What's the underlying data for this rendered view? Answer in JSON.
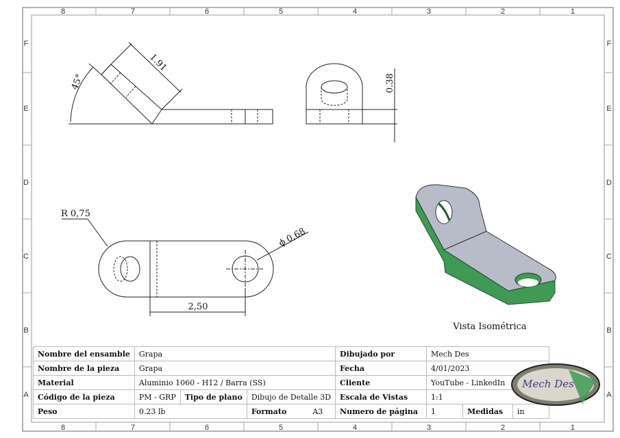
{
  "zones": {
    "columns": [
      "8",
      "7",
      "6",
      "5",
      "4",
      "3",
      "2",
      "1"
    ],
    "rows": [
      "F",
      "E",
      "D",
      "C",
      "B",
      "A"
    ]
  },
  "dimensions": {
    "angle": "45°",
    "length_inclined": "1.91",
    "thickness": "0.38",
    "radius": "R 0,75",
    "hole_diameter": "0,68",
    "diameter_symbol": "ϕ",
    "center_distance": "2,50"
  },
  "iso_view_label": "Vista Isométrica",
  "title_block": {
    "assembly_name_label": "Nombre del ensamble",
    "assembly_name": "Grapa",
    "part_name_label": "Nombre de la pieza",
    "part_name": "Grapa",
    "material_label": "Material",
    "material": "Aluminio 1060 - H12 / Barra (SS)",
    "part_code_label": "Código de la pieza",
    "part_code": "PM - GRP",
    "plan_type_label": "Tipo  de plano",
    "plan_type": "Dibujo de Detalle 3D",
    "weight_label": "Peso",
    "weight": "0.23 lb",
    "format_label": "Formato",
    "format": "A3",
    "drawn_by_label": "Dibujado por",
    "drawn_by": "Mech Des",
    "date_label": "Fecha",
    "date": "4/01/2023",
    "client_label": "Cliente",
    "client": "YouTube - LinkedIn",
    "scale_label": "Escala de Vistas",
    "scale": "1:1",
    "page_label": "Numero de página",
    "page": "1",
    "units_label": "Medidas",
    "units": "in"
  },
  "logo_text": "Mech  Des",
  "colors": {
    "part_face": "#b8bcc8",
    "part_side": "#3e9a55",
    "part_edge": "#1c5a2c"
  }
}
